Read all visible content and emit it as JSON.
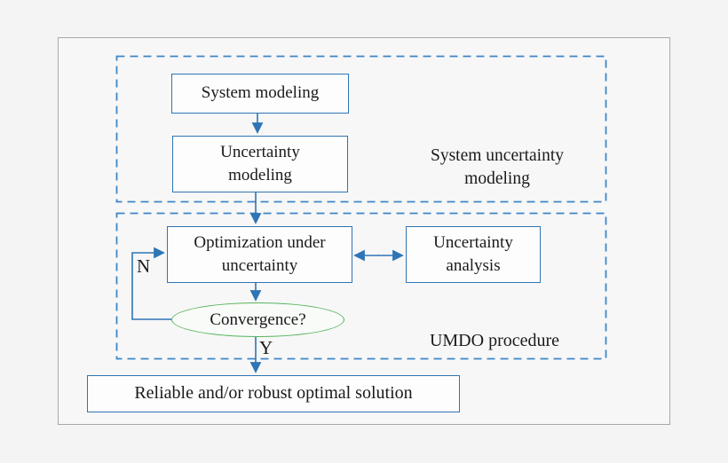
{
  "diagram": {
    "title": "UMDO procedure flowchart",
    "regions": [
      {
        "id": "system-uncertainty-modeling-region",
        "label": "System uncertainty\nmodeling"
      },
      {
        "id": "umdo-procedure-region",
        "label": "UMDO procedure"
      }
    ],
    "nodes": {
      "system_modeling": "System modeling",
      "uncertainty_modeling": "Uncertainty\nmodeling",
      "optimization_under_uncertainty": "Optimization under\nuncertainty",
      "uncertainty_analysis": "Uncertainty\nanalysis",
      "convergence": "Convergence?",
      "solution": "Reliable and/or robust optimal solution"
    },
    "edges": {
      "no_label": "N",
      "yes_label": "Y"
    },
    "colors": {
      "box_border": "#2e75b6",
      "dashed_region_border": "#3e86c6",
      "arrow": "#2e75b6",
      "convergence_ellipse": "#56b45c",
      "text": "#1a1a1a",
      "frame_border": "#a9a9a9",
      "background": "#f5f5f5"
    }
  }
}
